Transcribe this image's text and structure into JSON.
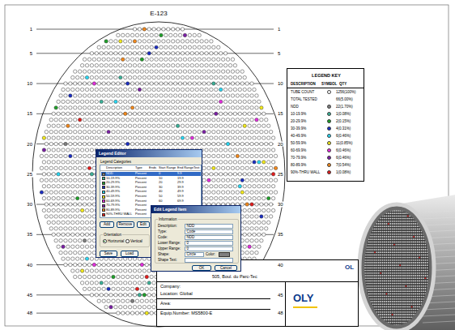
{
  "diagram": {
    "title": "E-123",
    "nodes": [
      {
        "text": [
          "LEGEND KEY"
        ]
      },
      {
        "text": [
          "OL",
          "505, Boul. du Parc-Tec",
          "Company:",
          "Location: Global",
          "Area:",
          "Equip.Number: MS5800-E"
        ]
      },
      {
        "text": [
          "Legend Editor"
        ]
      },
      {
        "text": [
          "Legend Categories"
        ],
        "in": 2
      },
      {
        "text": [
          "Add"
        ],
        "in": 2
      },
      {
        "text": [
          "Remove"
        ],
        "in": 2
      },
      {
        "text": [
          "Edit"
        ],
        "in": 2
      },
      {
        "text": [
          "Orientation"
        ],
        "in": 2
      },
      {
        "text": [
          "Save"
        ],
        "in": 2
      },
      {
        "text": [
          "Load"
        ],
        "in": 2
      },
      {
        "text": [
          "Edit Legend Item"
        ]
      },
      {
        "text": [
          "Information"
        ],
        "in": 10
      },
      {
        "text": [
          "NDD"
        ],
        "in": 11
      },
      {
        "text": [
          "Code"
        ],
        "in": 11
      },
      {
        "text": [
          "NDD"
        ],
        "in": 11
      },
      {
        "text": [
          "0"
        ],
        "in": 11
      },
      {
        "text": [
          "0"
        ],
        "in": 11
      },
      {
        "text": [
          "Circle"
        ],
        "in": 11
      },
      {
        "text": [
          "OK"
        ],
        "in": 10
      },
      {
        "text": [
          "Cancel"
        ],
        "in": 10
      }
    ],
    "labels": [
      "1",
      "5",
      "10",
      "15",
      "20",
      "25",
      "30",
      "35",
      "40",
      "45",
      "48",
      "1",
      "5",
      "10",
      "15",
      "20",
      "25",
      "30",
      "35",
      "40",
      "45",
      "48",
      "DESCRIPTION",
      "SYMBOL",
      "QTY",
      "TOTAL TESTED",
      "1256(100%)",
      "66(5.00%)",
      "22(1.70%)",
      "1(0.08%)",
      "2(0.15%)",
      "4(0.31%)",
      "6(0.46%)",
      "11(0.85%)",
      "6(0.46%)",
      "6(0.46%)",
      "7(0.54%)",
      "1(0.08%)",
      "Description",
      "Type",
      "Ends",
      "Start Range",
      "End Range",
      "Text",
      "NDD",
      "10-19.9%",
      "20-29.9%",
      "30-39.9%",
      "40-49.9%",
      "50-59.9%",
      "60-69.9%",
      "70-79.9%",
      "80-89.9%",
      "90%-THRU WALL",
      "Percent",
      "Percent",
      "Percent",
      "Percent",
      "Percent",
      "Percent",
      "Percent",
      "Percent",
      "Percent",
      "Percent",
      "0",
      "10",
      "20",
      "30",
      "40",
      "50",
      "60",
      "9.9",
      "19.9",
      "29.9",
      "39.9",
      "49.9",
      "59.9",
      "69.9",
      "Horizontal",
      "Vertical",
      "Description:",
      "Type:",
      "Code:",
      "Lower Range:",
      "Upper Range:",
      "Shape:",
      "Color:",
      "Shape Text:",
      "OLY"
    ],
    "legend": [
      {
        "text": "TUBE COUNT",
        "color": "#ffffff"
      },
      {
        "text": "NDD",
        "color": "#7f7f7f"
      },
      {
        "text": "10-19.9%",
        "color": "#3cb39a"
      },
      {
        "text": "20-29.9%",
        "color": "#1fa22a"
      },
      {
        "text": "30-39.9%",
        "color": "#1c2fc4"
      },
      {
        "text": "40-49.9%",
        "color": "#29d9f5"
      },
      {
        "text": "50-59.9%",
        "color": "#f5ec1c"
      },
      {
        "text": "60-69.9%",
        "color": "#e62ee0"
      },
      {
        "text": "70-79.9%",
        "color": "#7d1fa8"
      },
      {
        "text": "80-89.9%",
        "color": "#f58a1c"
      },
      {
        "text": "90%-THRU WALL",
        "color": "#e61c1c"
      }
    ]
  }
}
